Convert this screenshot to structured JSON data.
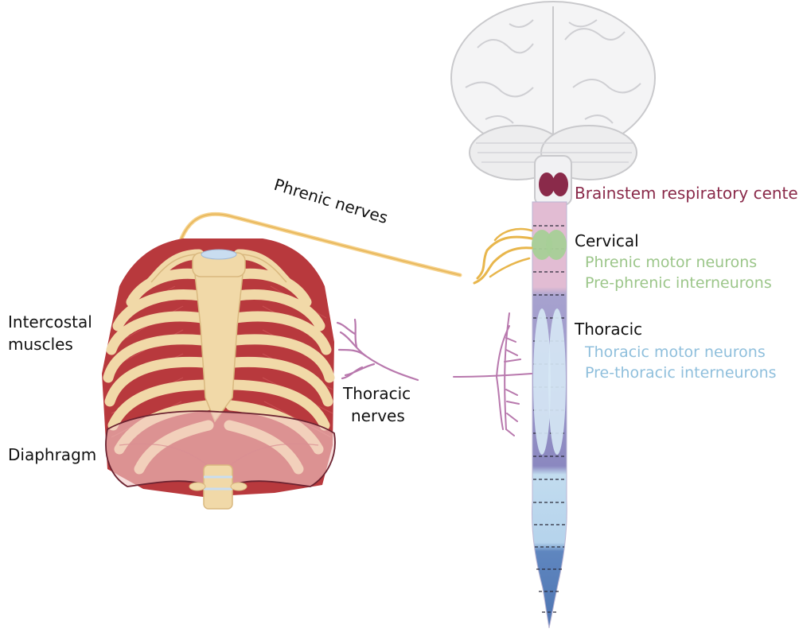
{
  "labels": {
    "phrenic_nerves": "Phrenic nerves",
    "intercostal_line1": "Intercostal",
    "intercostal_line2": "muscles",
    "diaphragm": "Diaphragm",
    "thoracic_nerves_line1": "Thoracic",
    "thoracic_nerves_line2": "nerves",
    "brainstem": "Brainstem respiratory centers",
    "cervical": "Cervical",
    "phrenic_motor": "Phrenic motor neurons",
    "pre_phrenic": "Pre-phrenic interneurons",
    "thoracic": "Thoracic",
    "thoracic_motor": "Thoracic motor neurons",
    "pre_thoracic": "Pre-thoracic interneurons"
  },
  "colors": {
    "brainstem": "#8a2a4a",
    "cervical_cord": "#e2bcd3",
    "phrenic_neurons": "#9cc68a",
    "thoracic_cord": "#a7a2cf",
    "thoracic_neurons": "#8fbfdc",
    "lumbar_cord": "#c2dcef",
    "sacral_cord": "#5f86bf",
    "rib_bone": "#f1d9a8",
    "muscle": "#b8393d",
    "nerve_phrenic": "#f3c87a",
    "nerve_thoracic": "#b878ad"
  }
}
